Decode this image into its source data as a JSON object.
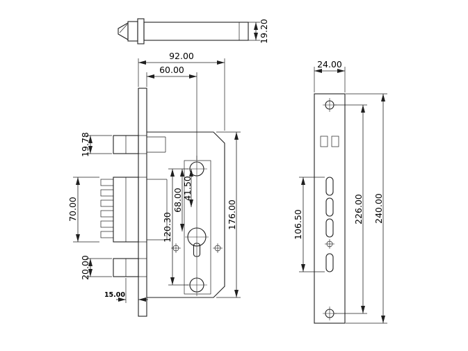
{
  "drawing": {
    "kind": "mortise-lock-technical-drawing",
    "views": {
      "top": "lock-body-top-view",
      "front": "lock-body-front-view",
      "side": "faceplate-front-view"
    }
  },
  "dims": {
    "top": {
      "case_thickness": "19.20"
    },
    "front": {
      "case_depth": "92.00",
      "backset": "60.00",
      "latch_height": "19.78",
      "deadbolt_height": "70.00",
      "aux_bolt_height": "20.00",
      "bolt_throw": "15.00",
      "hole_span_total": "120.30",
      "hole_span_cylinder": "68.00",
      "hole_span_mid": "41.50",
      "case_height": "176.00"
    },
    "side": {
      "faceplate_width": "24.00",
      "slot_span": "106.50",
      "screw_span": "226.00",
      "faceplate_height": "240.00"
    }
  }
}
